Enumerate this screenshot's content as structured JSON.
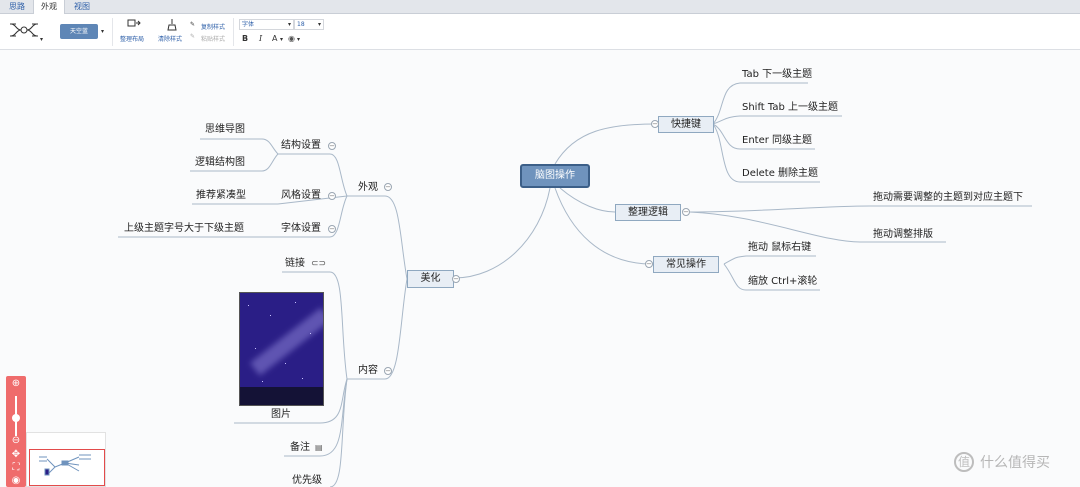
{
  "tabs": [
    "思路",
    "外观",
    "视图"
  ],
  "toolbar": {
    "theme_label": "天空蓝",
    "arrange_label": "整理布局",
    "clear_style_label": "清除样式",
    "copy_style_label": "复制样式",
    "paste_style_label": "粘贴样式",
    "font_placeholder": "字体",
    "font_size": "18",
    "bold": "B",
    "italic": "I",
    "font_color": "A",
    "highlight": "◉"
  },
  "map": {
    "root": "脑图操作",
    "shortcuts": {
      "label": "快捷键",
      "items": [
        "Tab  下一级主题",
        "Shift Tab 上一级主题",
        "Enter 同级主题",
        "Delete 删除主题"
      ]
    },
    "organize": {
      "label": "整理逻辑",
      "items": [
        "拖动需要调整的主题到对应主题下",
        "拖动调整排版"
      ]
    },
    "common": {
      "label": "常见操作",
      "items": [
        "拖动 鼠标右键",
        "缩放 Ctrl+滚轮"
      ]
    },
    "beautify": {
      "label": "美化",
      "appearance": {
        "label": "外观",
        "structure": {
          "label": "结构设置",
          "items": [
            "思维导图",
            "逻辑结构图"
          ]
        },
        "style": {
          "label": "风格设置",
          "items": [
            "推荐紧凑型"
          ]
        },
        "font": {
          "label": "字体设置",
          "items": [
            "上级主题字号大于下级主题"
          ]
        }
      },
      "content": {
        "label": "内容",
        "link": "链接",
        "image": "图片",
        "note": "备注",
        "priority": "优先级"
      }
    }
  },
  "watermark": "什么值得买",
  "colors": {
    "root_bg": "#6f93bd",
    "zoom_bg": "#ef6c6c",
    "line": "#a9b8c8"
  }
}
